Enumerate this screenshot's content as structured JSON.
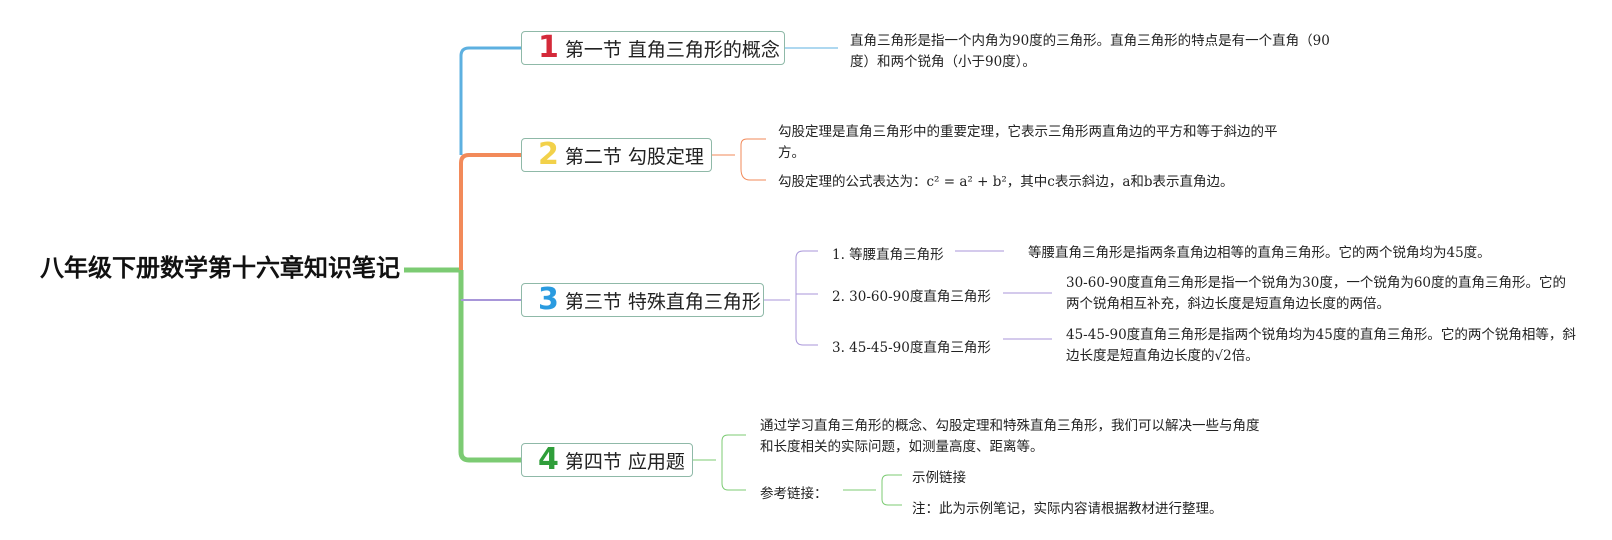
{
  "root_title": "八年级下册数学第十六章知识笔记",
  "colors": {
    "s1": "#5db0e0",
    "s2": "#f28a5a",
    "s3": "#a896d9",
    "s4": "#7ccb73",
    "num1": "#d42a3a",
    "num2": "#f2d14a",
    "num3": "#2a9be0",
    "num4": "#2f9e3a"
  },
  "sections": [
    {
      "num": "1",
      "title": "第一节 直角三角形的概念",
      "notes": [
        "直角三角形是指一个内角为90度的三角形。直角三角形的特点是有一个直角（90度）和两个锐角（小于90度）。"
      ]
    },
    {
      "num": "2",
      "title": "第二节 勾股定理",
      "notes": [
        "勾股定理是直角三角形中的重要定理，它表示三角形两直角边的平方和等于斜边的平方。",
        "勾股定理的公式表达为：c² = a² + b²，其中c表示斜边，a和b表示直角边。"
      ]
    },
    {
      "num": "3",
      "title": "第三节 特殊直角三角形",
      "items": [
        {
          "label": "1. 等腰直角三角形",
          "desc": "等腰直角三角形是指两条直角边相等的直角三角形。它的两个锐角均为45度。"
        },
        {
          "label": "2. 30-60-90度直角三角形",
          "desc": "30-60-90度直角三角形是指一个锐角为30度，一个锐角为60度的直角三角形。它的两个锐角相互补充，斜边长度是短直角边长度的两倍。"
        },
        {
          "label": "3. 45-45-90度直角三角形",
          "desc": "45-45-90度直角三角形是指两个锐角均为45度的直角三角形。它的两个锐角相等，斜边长度是短直角边长度的√2倍。"
        }
      ]
    },
    {
      "num": "4",
      "title": "第四节 应用题",
      "notes": [
        "通过学习直角三角形的概念、勾股定理和特殊直角三角形，我们可以解决一些与角度和长度相关的实际问题，如测量高度、距离等。"
      ],
      "ref_label": "参考链接：",
      "refs": [
        "示例链接",
        "注：此为示例笔记，实际内容请根据教材进行整理。"
      ]
    }
  ]
}
